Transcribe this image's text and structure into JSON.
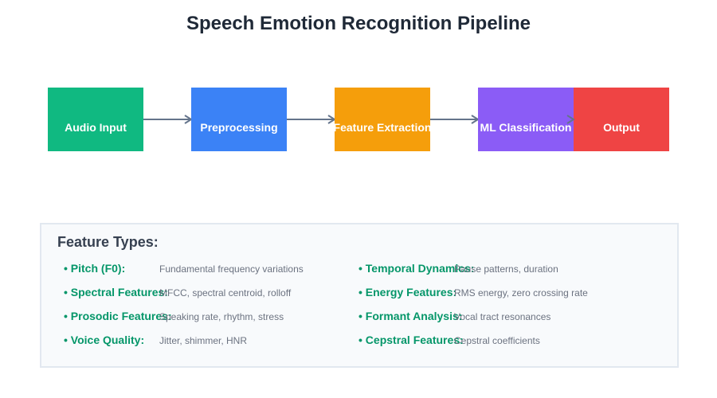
{
  "title": "Speech Emotion Recognition Pipeline",
  "pipeline": [
    {
      "label": "Audio Input",
      "color": "#10b981"
    },
    {
      "label": "Preprocessing",
      "color": "#3b82f6"
    },
    {
      "label": "Feature Extraction",
      "color": "#f59e0b"
    },
    {
      "label": "ML Classification",
      "color": "#8b5cf6"
    },
    {
      "label": "Output",
      "color": "#ef4444"
    }
  ],
  "arrow_color": "#64748b",
  "features": {
    "title": "Feature Types:",
    "left": [
      {
        "name": "• Pitch (F0):",
        "desc": "Fundamental frequency variations"
      },
      {
        "name": "• Spectral Features:",
        "desc": "MFCC, spectral centroid, rolloff"
      },
      {
        "name": "• Prosodic Features:",
        "desc": "Speaking rate, rhythm, stress"
      },
      {
        "name": "• Voice Quality:",
        "desc": "Jitter, shimmer, HNR"
      }
    ],
    "right": [
      {
        "name": "• Temporal Dynamics:",
        "desc": "Pause patterns, duration"
      },
      {
        "name": "• Energy Features:",
        "desc": "RMS energy, zero crossing rate"
      },
      {
        "name": "• Formant Analysis:",
        "desc": "Vocal tract resonances"
      },
      {
        "name": "• Cepstral Features:",
        "desc": "Cepstral coefficients"
      }
    ]
  }
}
